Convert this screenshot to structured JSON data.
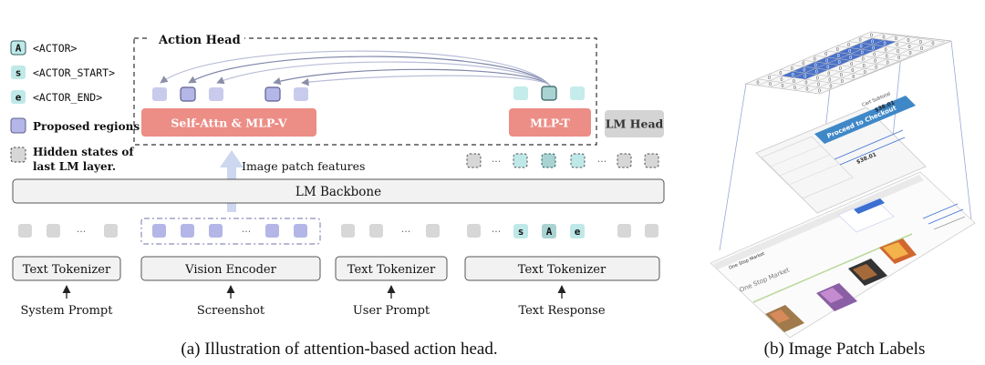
{
  "legend": {
    "actor": {
      "glyph": "A",
      "text": "<ACTOR>"
    },
    "actor_start": {
      "glyph": "s",
      "text": "<ACTOR_START>"
    },
    "actor_end": {
      "glyph": "e",
      "text": "<ACTOR_END>"
    },
    "proposed": "Proposed regions",
    "hidden_line1": "Hidden states of",
    "hidden_line2": "last LM layer."
  },
  "action_head": {
    "title": "Action Head",
    "self_attn": "Self-Attn & MLP-V",
    "mlp_t": "MLP-T",
    "lm_head": "LM Head"
  },
  "patch_features": "Image patch features",
  "backbone": "LM Backbone",
  "ellipsis": "···",
  "tokens": {
    "s": "s",
    "a": "A",
    "e": "e"
  },
  "blocks": [
    {
      "label": "Text Tokenizer",
      "input": "System Prompt"
    },
    {
      "label": "Vision Encoder",
      "input": "Screenshot"
    },
    {
      "label": "Text Tokenizer",
      "input": "User Prompt"
    },
    {
      "label": "Text Tokenizer",
      "input": "Text Response"
    }
  ],
  "captions": {
    "a": "(a) Illustration of attention-based action head.",
    "b": "(b) Image Patch Labels"
  },
  "panel_b": {
    "grid_value": "0",
    "checkout_button": "Proceed to Checkout",
    "cart_subtotal": "Cart Subtotal",
    "price": "$38.01",
    "store_name": "One Stop Market"
  },
  "colors": {
    "purple": "#b3b6e6",
    "purple_stroke": "#5d5f8f",
    "teal": "#bfe9e8",
    "teal_stroke": "#2f5d5c",
    "salmon": "#ec8d86",
    "gray_token": "#d7d7d7",
    "box_fill": "#f2f2f2",
    "arrow": "#cdd7f0"
  }
}
